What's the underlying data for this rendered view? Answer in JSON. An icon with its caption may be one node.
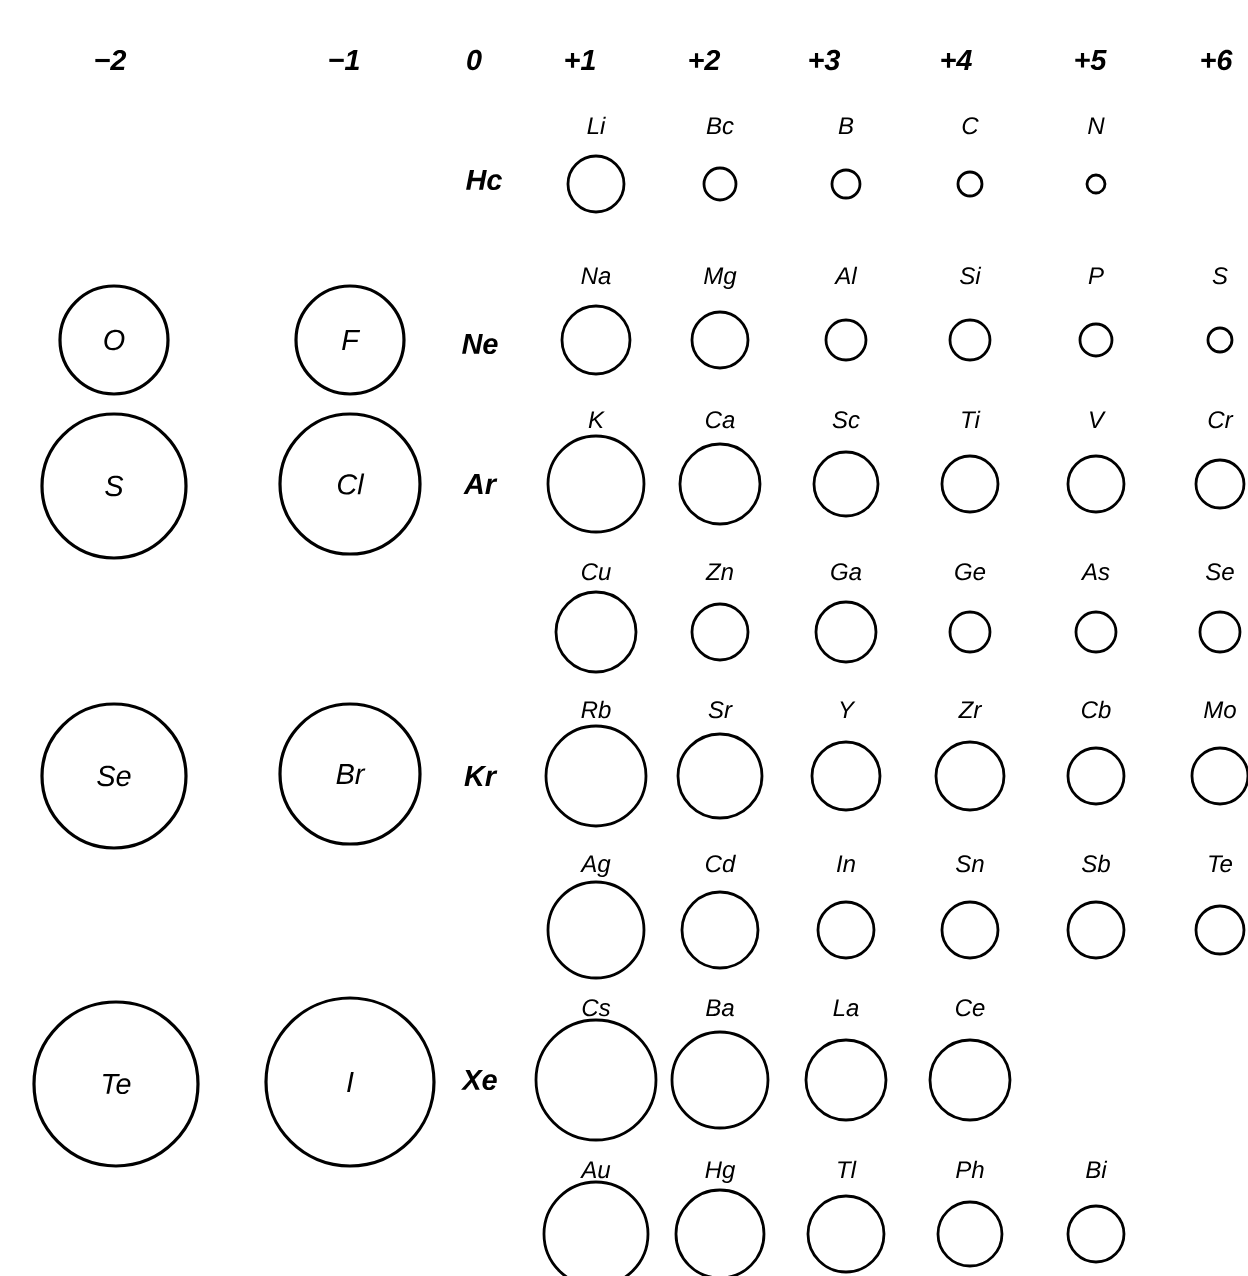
{
  "diagram": {
    "nodes": [
      {
        "text": [
          "Li"
        ]
      },
      {
        "text": [
          "Bc"
        ]
      },
      {
        "text": [
          "B"
        ]
      },
      {
        "text": [
          "C"
        ]
      },
      {
        "text": [
          "N"
        ]
      },
      {
        "text": [
          "O"
        ]
      },
      {
        "text": [
          "F"
        ]
      },
      {
        "text": [
          "Na"
        ]
      },
      {
        "text": [
          "Mg"
        ]
      },
      {
        "text": [
          "Al"
        ]
      },
      {
        "text": [
          "Si"
        ]
      },
      {
        "text": [
          "P"
        ]
      },
      {
        "text": [
          "S"
        ]
      },
      {
        "text": [
          "S"
        ]
      },
      {
        "text": [
          "Cl"
        ]
      },
      {
        "text": [
          "K"
        ]
      },
      {
        "text": [
          "Ca"
        ]
      },
      {
        "text": [
          "Sc"
        ]
      },
      {
        "text": [
          "Ti"
        ]
      },
      {
        "text": [
          "V"
        ]
      },
      {
        "text": [
          "Cr"
        ]
      },
      {
        "text": [
          "Cu"
        ]
      },
      {
        "text": [
          "Zn"
        ]
      },
      {
        "text": [
          "Ga"
        ]
      },
      {
        "text": [
          "Ge"
        ]
      },
      {
        "text": [
          "As"
        ]
      },
      {
        "text": [
          "Se"
        ]
      },
      {
        "text": [
          "Se"
        ]
      },
      {
        "text": [
          "Br"
        ]
      },
      {
        "text": [
          "Rb"
        ]
      },
      {
        "text": [
          "Sr"
        ]
      },
      {
        "text": [
          "Y"
        ]
      },
      {
        "text": [
          "Zr"
        ]
      },
      {
        "text": [
          "Cb"
        ]
      },
      {
        "text": [
          "Mo"
        ]
      },
      {
        "text": [
          "Ag"
        ]
      },
      {
        "text": [
          "Cd"
        ]
      },
      {
        "text": [
          "In"
        ]
      },
      {
        "text": [
          "Sn"
        ]
      },
      {
        "text": [
          "Sb"
        ]
      },
      {
        "text": [
          "Te"
        ]
      },
      {
        "text": [
          "Te"
        ]
      },
      {
        "text": [
          "I"
        ]
      },
      {
        "text": [
          "Cs"
        ]
      },
      {
        "text": [
          "Ba"
        ]
      },
      {
        "text": [
          "La"
        ]
      },
      {
        "text": [
          "Ce"
        ]
      },
      {
        "text": [
          "Au"
        ]
      },
      {
        "text": [
          "Hg"
        ]
      },
      {
        "text": [
          "Tl"
        ]
      },
      {
        "text": [
          "Ph"
        ]
      },
      {
        "text": [
          "Bi"
        ]
      }
    ],
    "labels": [
      "−2",
      "−1",
      "0",
      "+1",
      "+2",
      "+3",
      "+4",
      "+5",
      "+6",
      "Hc",
      "Ne",
      "Ar",
      "Kr",
      "Xe"
    ]
  }
}
